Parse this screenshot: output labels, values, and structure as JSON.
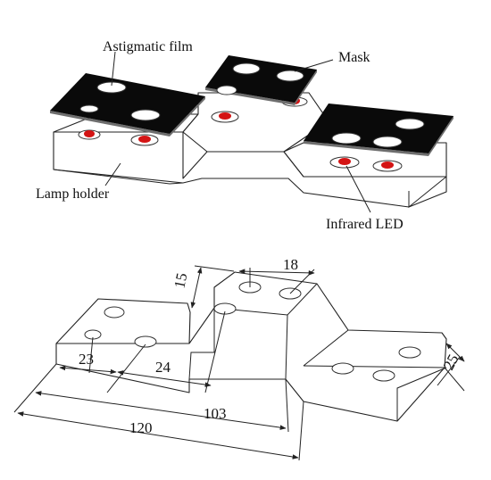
{
  "figure": {
    "top_labels": {
      "film": "Astigmatic film",
      "mask": "Mask",
      "holder": "Lamp holder",
      "led": "Infrared LED"
    },
    "dimensions": {
      "d120": "120",
      "d103": "103",
      "d23": "23",
      "d24": "24",
      "d15": "15",
      "d18": "18",
      "d25": "25"
    },
    "colors": {
      "led": "#d41414",
      "plate": "#0a0a0a",
      "line": "#222222"
    }
  }
}
